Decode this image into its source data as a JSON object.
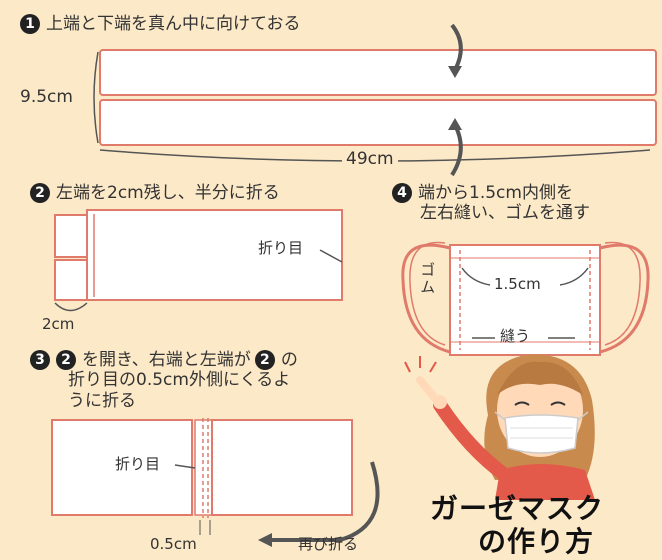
{
  "step1": {
    "num": "1",
    "text": "上端と下端を真ん中に向けておる",
    "dim_height": "9.5cm",
    "dim_width": "49cm"
  },
  "step2": {
    "num": "2",
    "text": "左端を2cm残し、半分に折る",
    "fold_label": "折り目",
    "dim": "2cm"
  },
  "step3": {
    "num": "3",
    "line1_pre": "を開き、右端と左端が",
    "line1_num": "2",
    "line1_post": "の",
    "line2": "折り目の0.5cm外側にくるよ",
    "line3": "うに折る",
    "ref_num": "2",
    "fold_label": "折り目",
    "dim": "0.5cm",
    "refold": "再び折る"
  },
  "step4": {
    "num": "4",
    "line1": "端から1.5cm内側を",
    "line2": "左右縫い、ゴムを通す",
    "dim": "1.5cm",
    "sew": "縫う",
    "elastic": "ゴム"
  },
  "title": {
    "line1": "ガーゼマスク",
    "line2": "の作り方"
  }
}
